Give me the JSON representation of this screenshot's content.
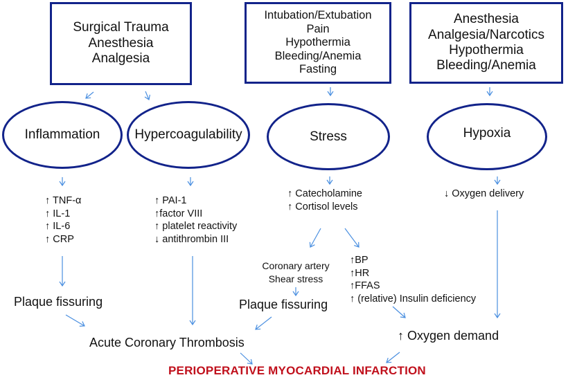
{
  "colors": {
    "box_border": "#12238a",
    "arrow": "#4a8fe0",
    "outcome_text": "#c0101c",
    "text": "#111111"
  },
  "cause_boxes": [
    {
      "lines": [
        "Surgical Trauma",
        "Anesthesia",
        "Analgesia"
      ]
    },
    {
      "lines": [
        "Intubation/Extubation",
        "Pain",
        "Hypothermia",
        "Bleeding/Anemia",
        "Fasting"
      ]
    },
    {
      "lines": [
        "Anesthesia",
        "Analgesia/Narcotics",
        "Hypothermia",
        "Bleeding/Anemia"
      ]
    }
  ],
  "mechanisms": [
    {
      "label": "Inflammation"
    },
    {
      "label": "Hypercoagulability"
    },
    {
      "label": "Stress"
    },
    {
      "label": "Hypoxia"
    }
  ],
  "effects": {
    "inflammation": [
      "↑ TNF-α",
      "↑ IL-1",
      "↑ IL-6",
      "↑ CRP"
    ],
    "hypercoagulability": [
      "↑ PAI-1",
      "↑factor VIII",
      "↑ platelet reactivity",
      "↓ antithrombin III"
    ],
    "stress": [
      "↑ Catecholamine",
      "↑ Cortisol levels"
    ],
    "hypoxia": [
      "↓ Oxygen delivery"
    ],
    "stress_left": [
      "Coronary artery",
      "Shear stress"
    ],
    "stress_right": [
      "↑BP",
      "↑HR",
      "↑FFAS",
      "↑ (relative) Insulin deficiency"
    ]
  },
  "intermediates": {
    "plaque_fissuring_left": "Plaque fissuring",
    "plaque_fissuring_center": "Plaque fissuring",
    "acute_coronary_thrombosis": "Acute Coronary Thrombosis",
    "oxygen_demand": "↑ Oxygen demand"
  },
  "outcome": "PERIOPERATIVE MYOCARDIAL INFARCTION"
}
